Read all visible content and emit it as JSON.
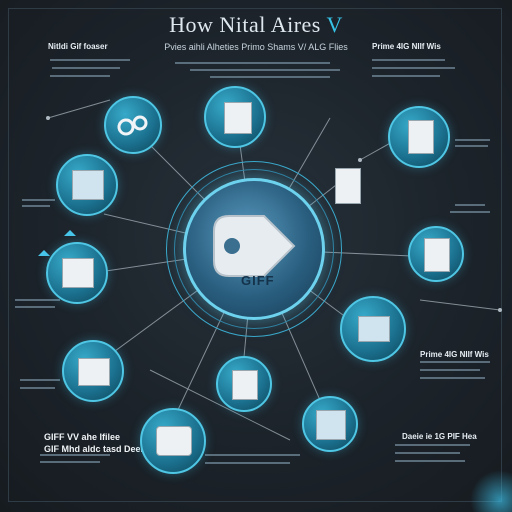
{
  "header": {
    "title": "How Nital Aires",
    "title_accent": "V",
    "subtitle": "Pvies aihli Alheties Primo Shams V/ ALG Flies"
  },
  "labels": {
    "top_left": "Nitldi Gif foaser",
    "top_right": "Prime 4IG NIIf Wis",
    "hub": "GIFF",
    "right_mid": "Prime 4IG NIIf Wis",
    "bottom_left_1": "GIFF VV ahe Ifilee",
    "bottom_left_2": "GIF Mhd aldc tasd Deen",
    "bottom_right": "Daeie ie 1G PIF Hea"
  },
  "nodes": [
    {
      "name": "node-top-left",
      "icon": "gear-icon"
    },
    {
      "name": "node-top-center",
      "icon": "document-icon"
    },
    {
      "name": "node-top-right",
      "icon": "document-icon"
    },
    {
      "name": "node-left-upper",
      "icon": "monitor-icon"
    },
    {
      "name": "node-right-upper",
      "icon": "document-icon"
    },
    {
      "name": "node-left-mid",
      "icon": "document-icon"
    },
    {
      "name": "node-right-mid",
      "icon": "document-icon"
    },
    {
      "name": "node-right-lower",
      "icon": "monitor-icon"
    },
    {
      "name": "node-left-lower",
      "icon": "printer-icon"
    },
    {
      "name": "node-bottom-center",
      "icon": "document-icon"
    },
    {
      "name": "node-bottom-left",
      "icon": "stamp-icon"
    },
    {
      "name": "node-bottom-right",
      "icon": "monitor-icon"
    }
  ]
}
